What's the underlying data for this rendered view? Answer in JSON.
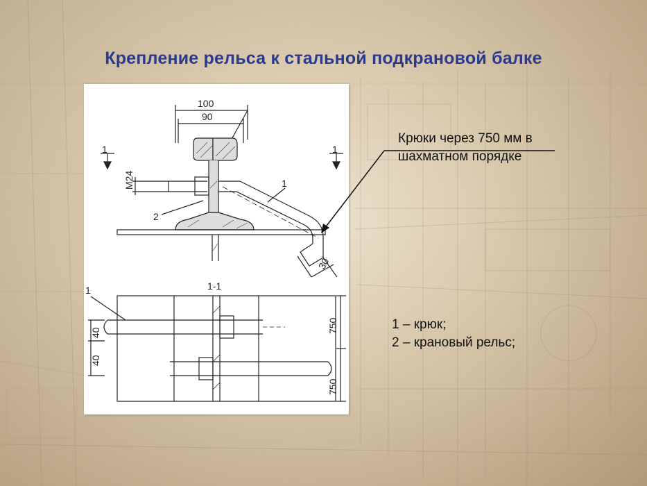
{
  "slide": {
    "title": "Крепление рельса к стальной подкрановой балке"
  },
  "drawing": {
    "dim_100": "100",
    "dim_90": "90",
    "section_mark": "1",
    "bolt_label": "M24",
    "callout_1": "1",
    "callout_2": "2",
    "dim_30": "30",
    "section_title": "1-1",
    "plan_callout_1": "1",
    "dim_750_top": "750",
    "dim_750_bottom": "750",
    "dim_40_a": "40",
    "dim_40_b": "40"
  },
  "callout": {
    "line1": "Крюки через 750 мм в",
    "line2": "шахматном порядке"
  },
  "legend": {
    "item1": "1 – крюк;",
    "item2": "2 – крановый рельс;"
  },
  "colors": {
    "title": "#2b3a8e",
    "background": "#d9c9aa"
  }
}
